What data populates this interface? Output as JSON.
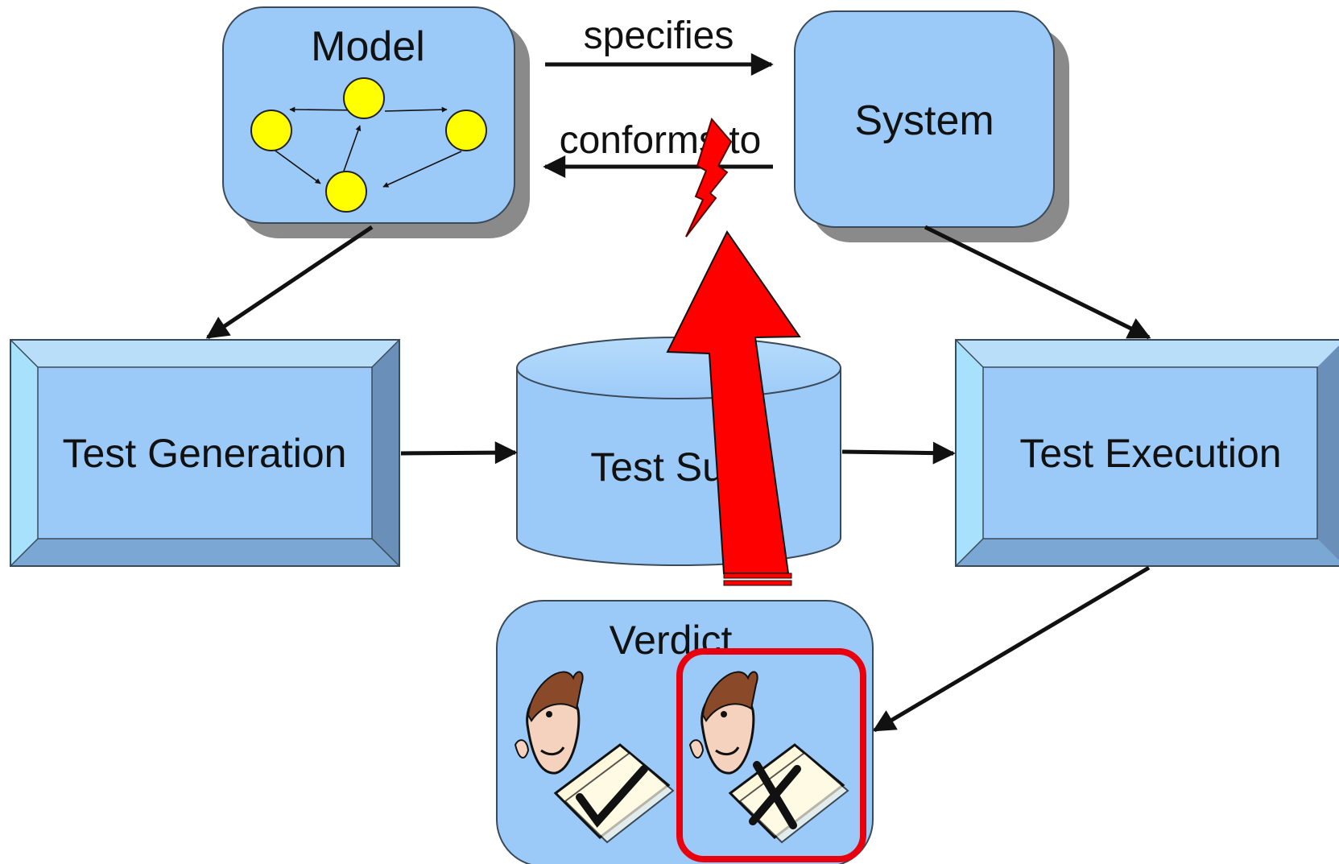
{
  "nodes": {
    "model": "Model",
    "system": "System",
    "test_generation": "Test Generation",
    "test_suite": "Test Suite",
    "test_execution": "Test Execution",
    "verdict": "Verdict"
  },
  "edges": {
    "specifies": "specifies",
    "conforms_to": "conforms to"
  },
  "verdicts": {
    "pass": "pass (check mark)",
    "fail": "fail (cross mark)",
    "highlighted": "fail"
  },
  "colors": {
    "node_fill": "#9ccaf8",
    "node_border": "#3b4a58",
    "shadow": "#8a8a8a",
    "state_fill": "#ffff00",
    "alert_red": "#ff0000",
    "highlight_border": "#e8000f"
  },
  "icons": [
    "state-machine-icon",
    "lightning-bolt-icon",
    "big-red-arrow-icon",
    "person-pass-icon",
    "person-fail-icon"
  ]
}
